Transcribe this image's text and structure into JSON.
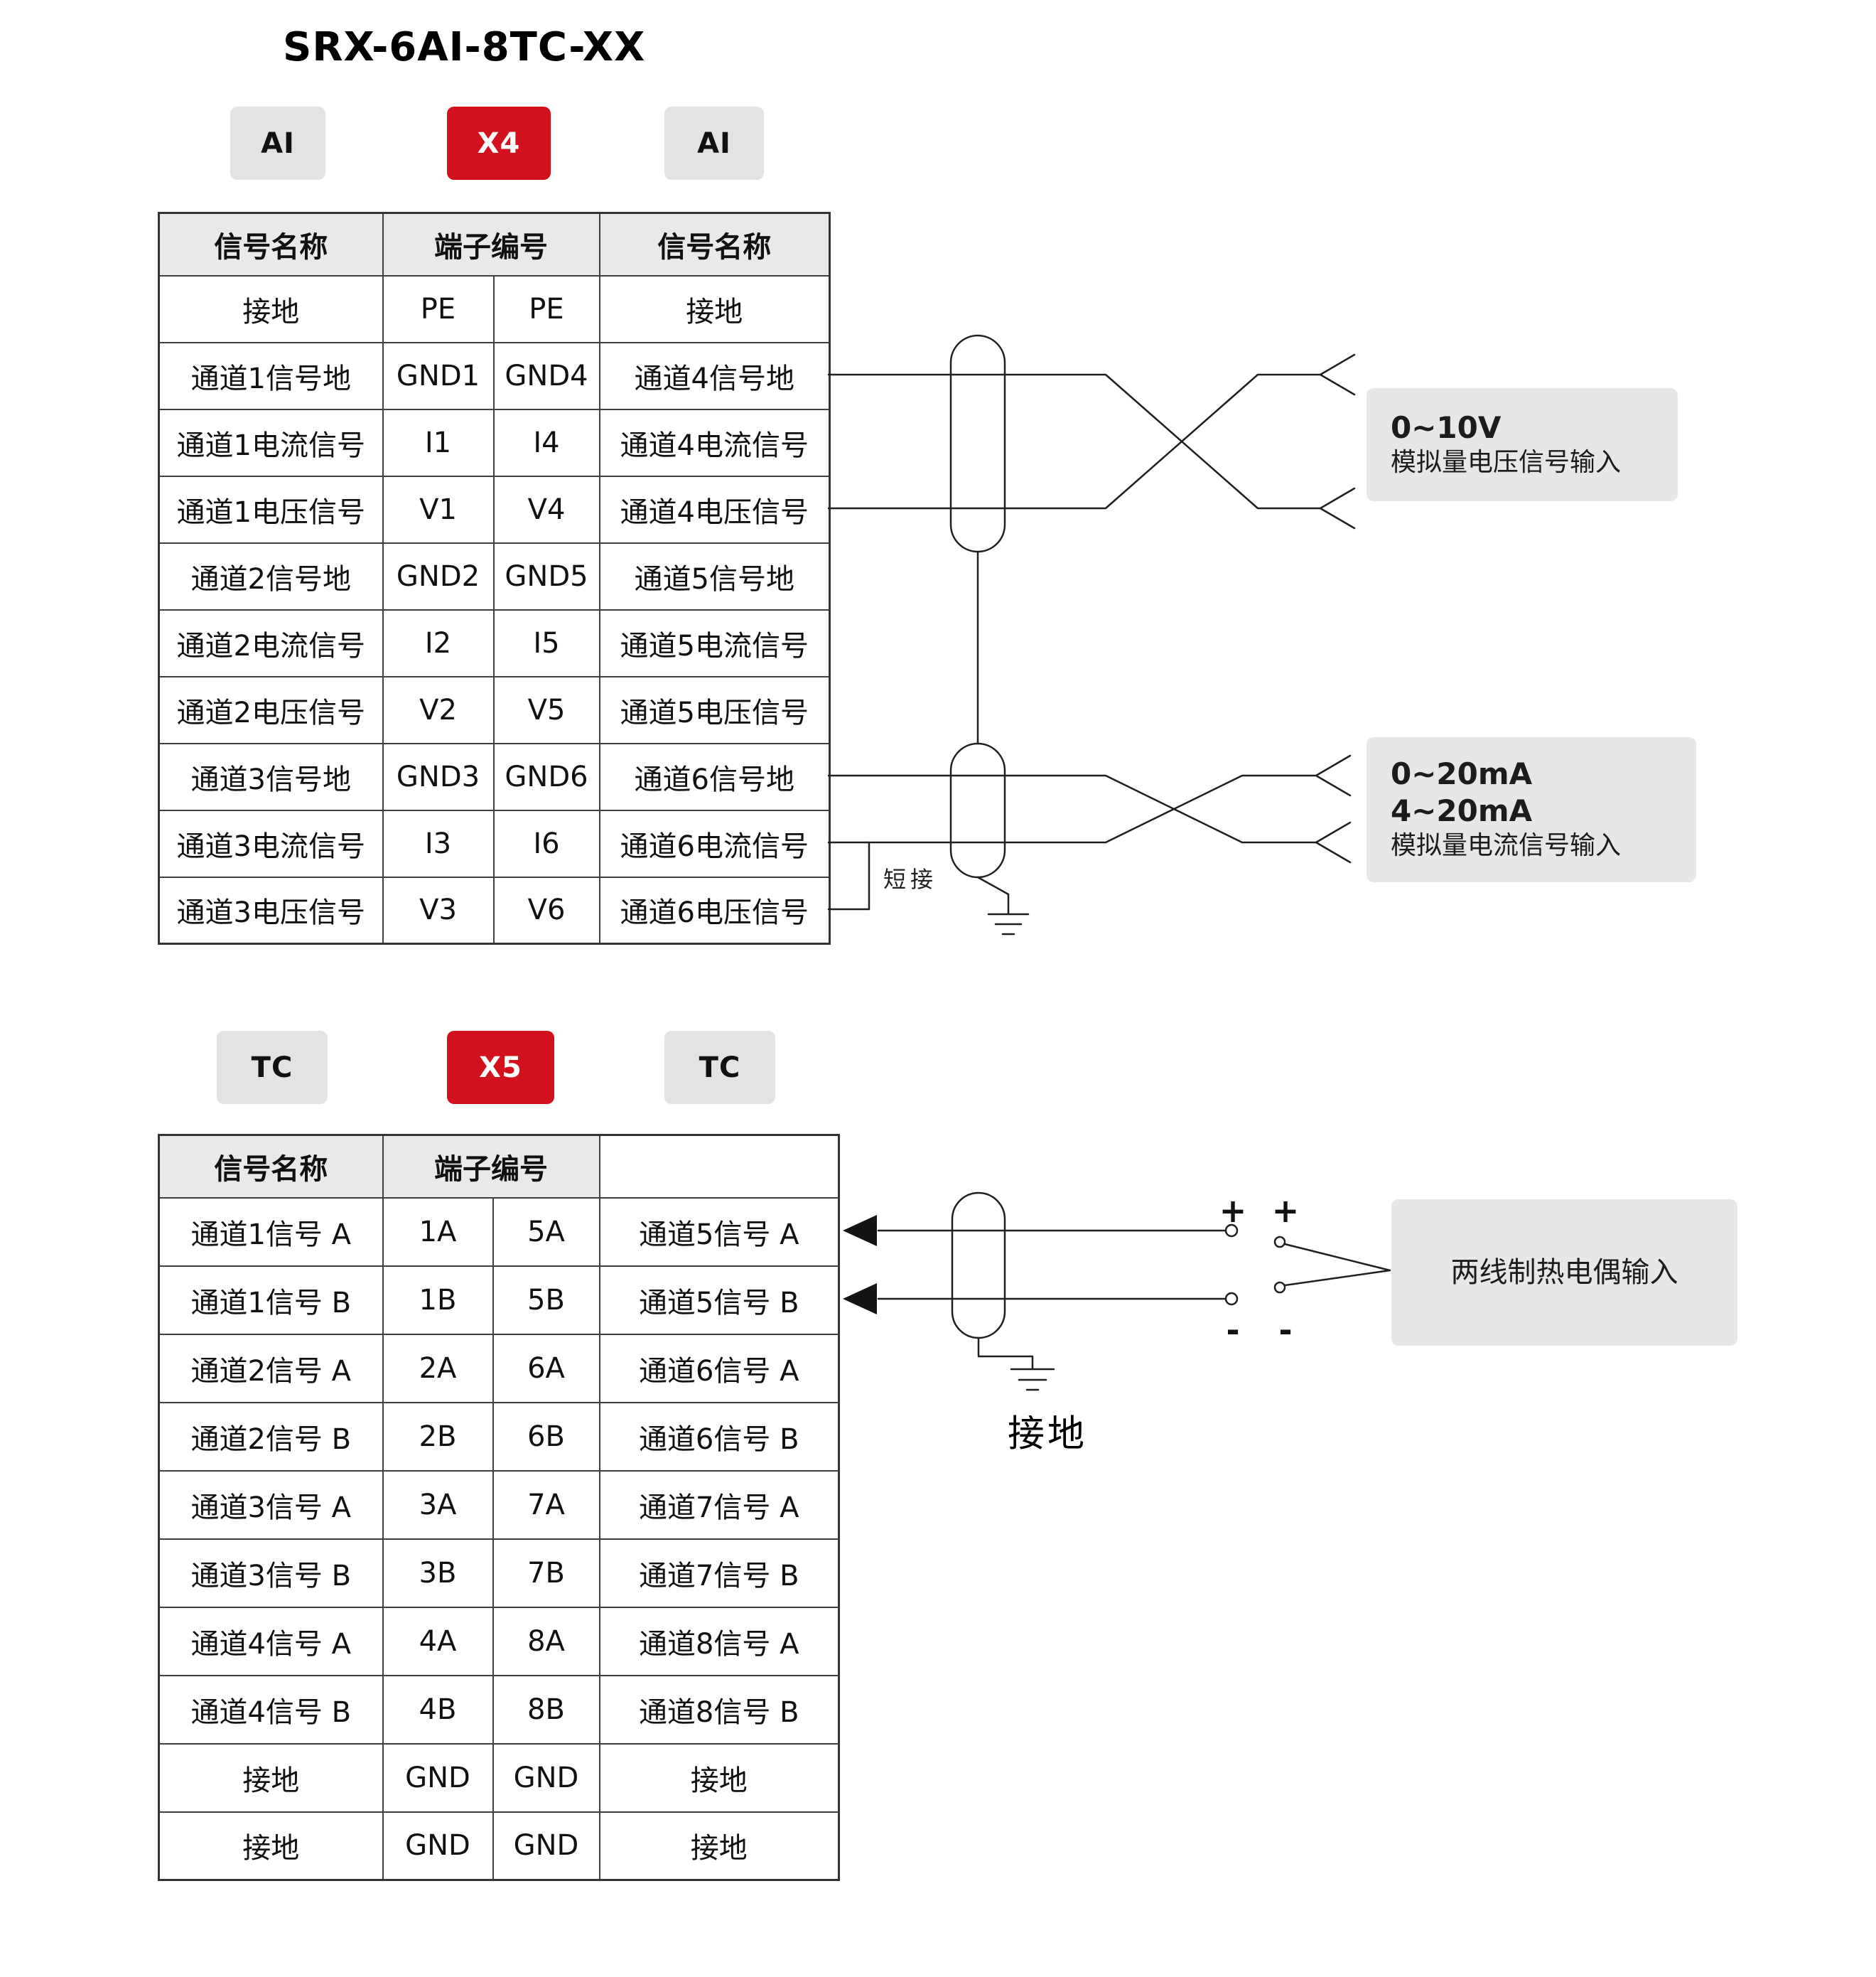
{
  "title": "SRX-6AI-8TC-XX",
  "colors": {
    "accent_red": "#d2111c",
    "badge_gray": "#e3e3e3",
    "label_gray": "#e7e7e7",
    "line": "#1f1f1f"
  },
  "section_ai": {
    "badge_left": "AI",
    "badge_center": "X4",
    "badge_right": "AI",
    "table": {
      "headers": [
        "信号名称",
        "端子编号",
        "信号名称"
      ],
      "rows": [
        [
          "接地",
          "PE",
          "PE",
          "接地"
        ],
        [
          "通道1信号地",
          "GND1",
          "GND4",
          "通道4信号地"
        ],
        [
          "通道1电流信号",
          "I1",
          "I4",
          "通道4电流信号"
        ],
        [
          "通道1电压信号",
          "V1",
          "V4",
          "通道4电压信号"
        ],
        [
          "通道2信号地",
          "GND2",
          "GND5",
          "通道5信号地"
        ],
        [
          "通道2电流信号",
          "I2",
          "I5",
          "通道5电流信号"
        ],
        [
          "通道2电压信号",
          "V2",
          "V5",
          "通道5电压信号"
        ],
        [
          "通道3信号地",
          "GND3",
          "GND6",
          "通道6信号地"
        ],
        [
          "通道3电流信号",
          "I3",
          "I6",
          "通道6电流信号"
        ],
        [
          "通道3电压信号",
          "V3",
          "V6",
          "通道6电压信号"
        ]
      ]
    },
    "jumper_label": "短接",
    "voltage_box": {
      "line1": "0~10V",
      "line2": "模拟量电压信号输入"
    },
    "current_box": {
      "line1": "0~20mA",
      "line2": "4~20mA",
      "line3": "模拟量电流信号输入"
    }
  },
  "section_tc": {
    "badge_left": "TC",
    "badge_center": "X5",
    "badge_right": "TC",
    "table": {
      "headers": [
        "信号名称",
        "端子编号",
        ""
      ],
      "rows": [
        [
          "通道1信号 A",
          "1A",
          "5A",
          "通道5信号 A"
        ],
        [
          "通道1信号 B",
          "1B",
          "5B",
          "通道5信号 B"
        ],
        [
          "通道2信号 A",
          "2A",
          "6A",
          "通道6信号 A"
        ],
        [
          "通道2信号 B",
          "2B",
          "6B",
          "通道6信号 B"
        ],
        [
          "通道3信号 A",
          "3A",
          "7A",
          "通道7信号 A"
        ],
        [
          "通道3信号 B",
          "3B",
          "7B",
          "通道7信号 B"
        ],
        [
          "通道4信号 A",
          "4A",
          "8A",
          "通道8信号 A"
        ],
        [
          "通道4信号 B",
          "4B",
          "8B",
          "通道8信号 B"
        ],
        [
          "接地",
          "GND",
          "GND",
          "接地"
        ],
        [
          "接地",
          "GND",
          "GND",
          "接地"
        ]
      ]
    },
    "plus": "+",
    "minus": "-",
    "ground_label": "接地",
    "tc_box": {
      "line1": "两线制热电偶输入"
    }
  }
}
